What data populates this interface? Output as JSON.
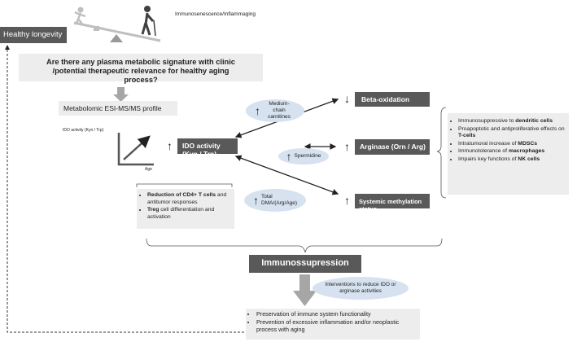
{
  "top_label": "Immunosenescence/Inflammaging",
  "healthy_longevity": "Healthy longevity",
  "question": "Are there any plasma metabolic signature with clinic /potential therapeutic relevance for healthy aging process?",
  "profile": "Metabolomic ESI-MS/MS profile",
  "mini_graph": {
    "ylabel": "IDO activity (Kyn / Trp)",
    "xlabel": "Age"
  },
  "ido_box": "IDO activity (Kyn / Trp)",
  "beta_box": "Beta-oxidation",
  "arginase_box": "Arginase (Orn / Arg)",
  "methylation_box": "Systemic methylation status",
  "ovals": {
    "carnitines": "Medium-chain carnitines",
    "spermidine": "Spermidine",
    "dma": "Total DMA/(Arg/Age)"
  },
  "ido_effects": [
    {
      "pre": "",
      "bold": "Reduction of CD4+ T cells",
      "post": " and antitumor responses"
    },
    {
      "pre": "",
      "bold": "Treg",
      "post": " cell differentiation and activation"
    }
  ],
  "arginase_effects": [
    {
      "pre": "Immunosuppressive to ",
      "bold": "dendritic cells",
      "post": ""
    },
    {
      "pre": "Proapoptotic and antiproliferative effects on ",
      "bold": "T-cells",
      "post": ""
    },
    {
      "pre": "Intratumoral increase of ",
      "bold": "MDSCs",
      "post": ""
    },
    {
      "pre": "Immunotolerance of ",
      "bold": "macrophages",
      "post": ""
    },
    {
      "pre": "Impairs key functions of ",
      "bold": "NK cells",
      "post": ""
    }
  ],
  "immunosuppression": "Immunossupression",
  "interventions": "Interventions to reduce IDO or arginase activities",
  "outcomes": [
    "Preservation of  immune system functionality",
    "Prevention of  excessive inflammation and/or neoplastic process with aging"
  ],
  "colors": {
    "dark_box": "#595959",
    "light_box": "#ededed",
    "oval": "#d6e2ef"
  }
}
